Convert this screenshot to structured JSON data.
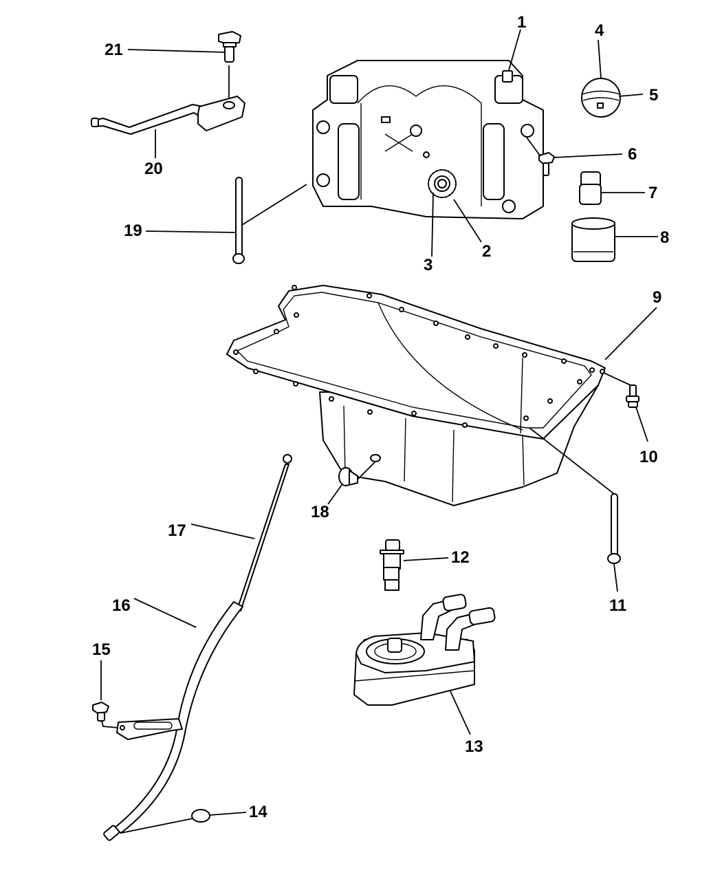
{
  "diagram": {
    "title": "Engine oil pan, oil pump / balance shaft, oil filter and dipstick exploded view",
    "callouts": [
      {
        "id": "1",
        "label": "1",
        "part": "balance-shaft-module-bolt"
      },
      {
        "id": "2",
        "label": "2",
        "part": "balance-shaft-oil-pump-module"
      },
      {
        "id": "3",
        "label": "3",
        "part": "oil-pump-sprocket"
      },
      {
        "id": "4",
        "label": "4",
        "part": "oil-filler-cap"
      },
      {
        "id": "5",
        "label": "5",
        "part": "oil-filler-cap-seal"
      },
      {
        "id": "6",
        "label": "6",
        "part": "bolt"
      },
      {
        "id": "7",
        "label": "7",
        "part": "oil-filter-adapter-fitting"
      },
      {
        "id": "8",
        "label": "8",
        "part": "oil-filter"
      },
      {
        "id": "9",
        "label": "9",
        "part": "oil-pan"
      },
      {
        "id": "10",
        "label": "10",
        "part": "oil-pan-bolt"
      },
      {
        "id": "11",
        "label": "11",
        "part": "oil-pan-long-bolt"
      },
      {
        "id": "12",
        "label": "12",
        "part": "oil-cooler-connector"
      },
      {
        "id": "13",
        "label": "13",
        "part": "oil-cooler"
      },
      {
        "id": "14",
        "label": "14",
        "part": "dipstick-tube-o-ring"
      },
      {
        "id": "15",
        "label": "15",
        "part": "dipstick-tube-bolt"
      },
      {
        "id": "16",
        "label": "16",
        "part": "dipstick-tube"
      },
      {
        "id": "17",
        "label": "17",
        "part": "oil-dipstick"
      },
      {
        "id": "18",
        "label": "18",
        "part": "oil-pan-drain-plug"
      },
      {
        "id": "19",
        "label": "19",
        "part": "module-long-bolt"
      },
      {
        "id": "20",
        "label": "20",
        "part": "oil-pump-pickup-tube"
      },
      {
        "id": "21",
        "label": "21",
        "part": "pickup-tube-bolt"
      }
    ]
  }
}
